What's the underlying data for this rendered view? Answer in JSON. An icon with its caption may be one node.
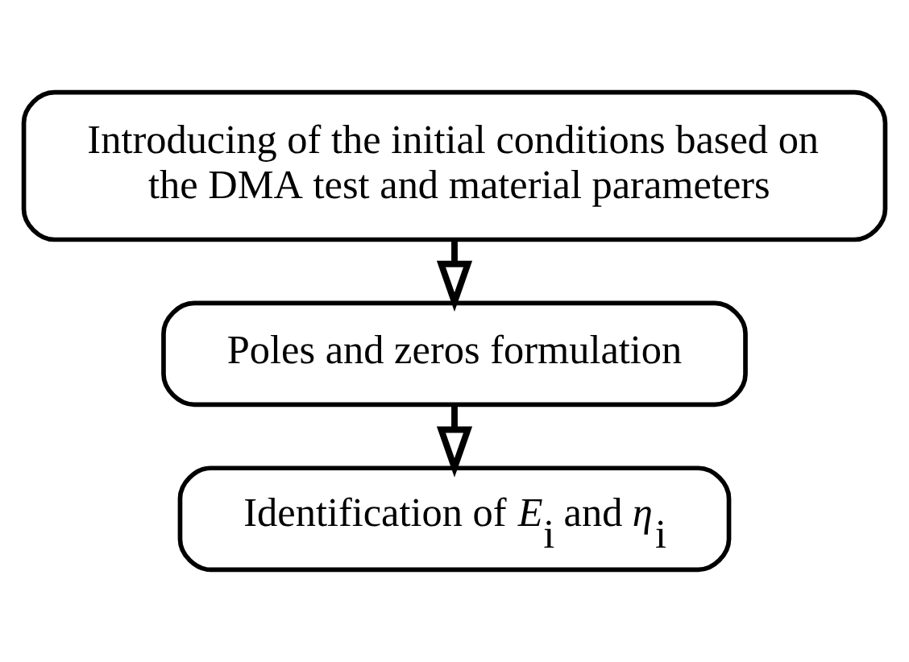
{
  "diagram": {
    "nodes": [
      {
        "text": [
          "Introducing of the initial conditions based on the DMA test and material parameters"
        ]
      },
      {
        "text": [
          "Poles and zeros formulation"
        ]
      },
      {
        "text": [
          "Identification of *E*$_{i}$ and *η*$_{i}$"
        ]
      }
    ],
    "edges": [
      {
        "from": 0,
        "to": 1,
        "arrow": "to"
      },
      {
        "from": 1,
        "to": 2,
        "arrow": "to"
      }
    ]
  }
}
